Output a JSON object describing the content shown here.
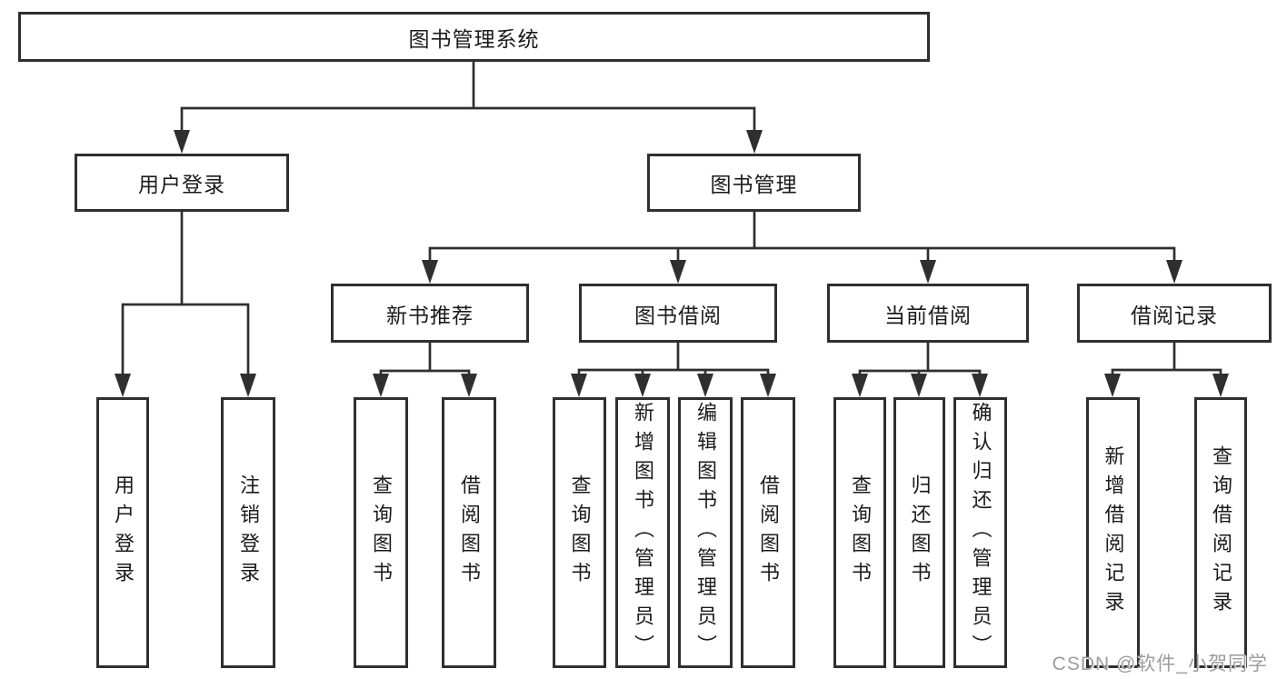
{
  "colors": {
    "line": "#2f2f2f",
    "box_border": "#2f2f2f",
    "box_background": "#ffffff",
    "text": "#1b1b1b",
    "watermark_text": "#9c9c9c",
    "background": "#ffffff"
  },
  "watermark": "CSDN @软件_小贺同学",
  "tree": {
    "label": "图书管理系统",
    "children": [
      {
        "label": "用户登录",
        "children": [
          {
            "label": "用户登录"
          },
          {
            "label": "注销登录"
          }
        ]
      },
      {
        "label": "图书管理",
        "children": [
          {
            "label": "新书推荐",
            "children": [
              {
                "label": "查询图书"
              },
              {
                "label": "借阅图书"
              }
            ]
          },
          {
            "label": "图书借阅",
            "children": [
              {
                "label": "查询图书"
              },
              {
                "label": "新增图书（管理员）"
              },
              {
                "label": "编辑图书（管理员）"
              },
              {
                "label": "借阅图书"
              }
            ]
          },
          {
            "label": "当前借阅",
            "children": [
              {
                "label": "查询图书"
              },
              {
                "label": "归还图书"
              },
              {
                "label": "确认归还（管理员）"
              }
            ]
          },
          {
            "label": "借阅记录",
            "children": [
              {
                "label": "新增借阅记录"
              },
              {
                "label": "查询借阅记录"
              }
            ]
          }
        ]
      }
    ]
  }
}
